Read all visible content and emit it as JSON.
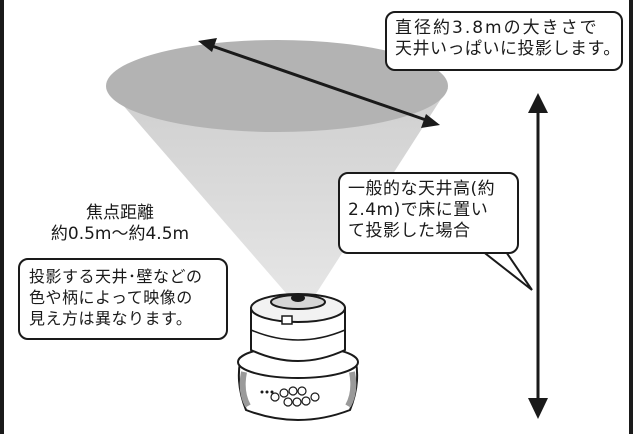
{
  "diameter_callout": {
    "line1": "直径約3.8mの大きさで",
    "line2": "天井いっぱいに投影します。"
  },
  "height_callout": {
    "line1": "一般的な天井高(約",
    "line2": "2.4m)で床に置い",
    "line3": "て投影した場合"
  },
  "focus_label": {
    "title": "焦点距離",
    "range": "約0.5m〜約4.5m"
  },
  "note_callout": {
    "line1": "投影する天井･壁などの",
    "line2": "色や柄によって映像の",
    "line3": "見え方は異なります。"
  },
  "colors": {
    "ceiling_ellipse": "#b3b3b3",
    "light_cone": "#dcdcdc",
    "outline": "#1a1a1a",
    "device_body": "#ffffff",
    "device_shadow": "#c8c8c8"
  }
}
